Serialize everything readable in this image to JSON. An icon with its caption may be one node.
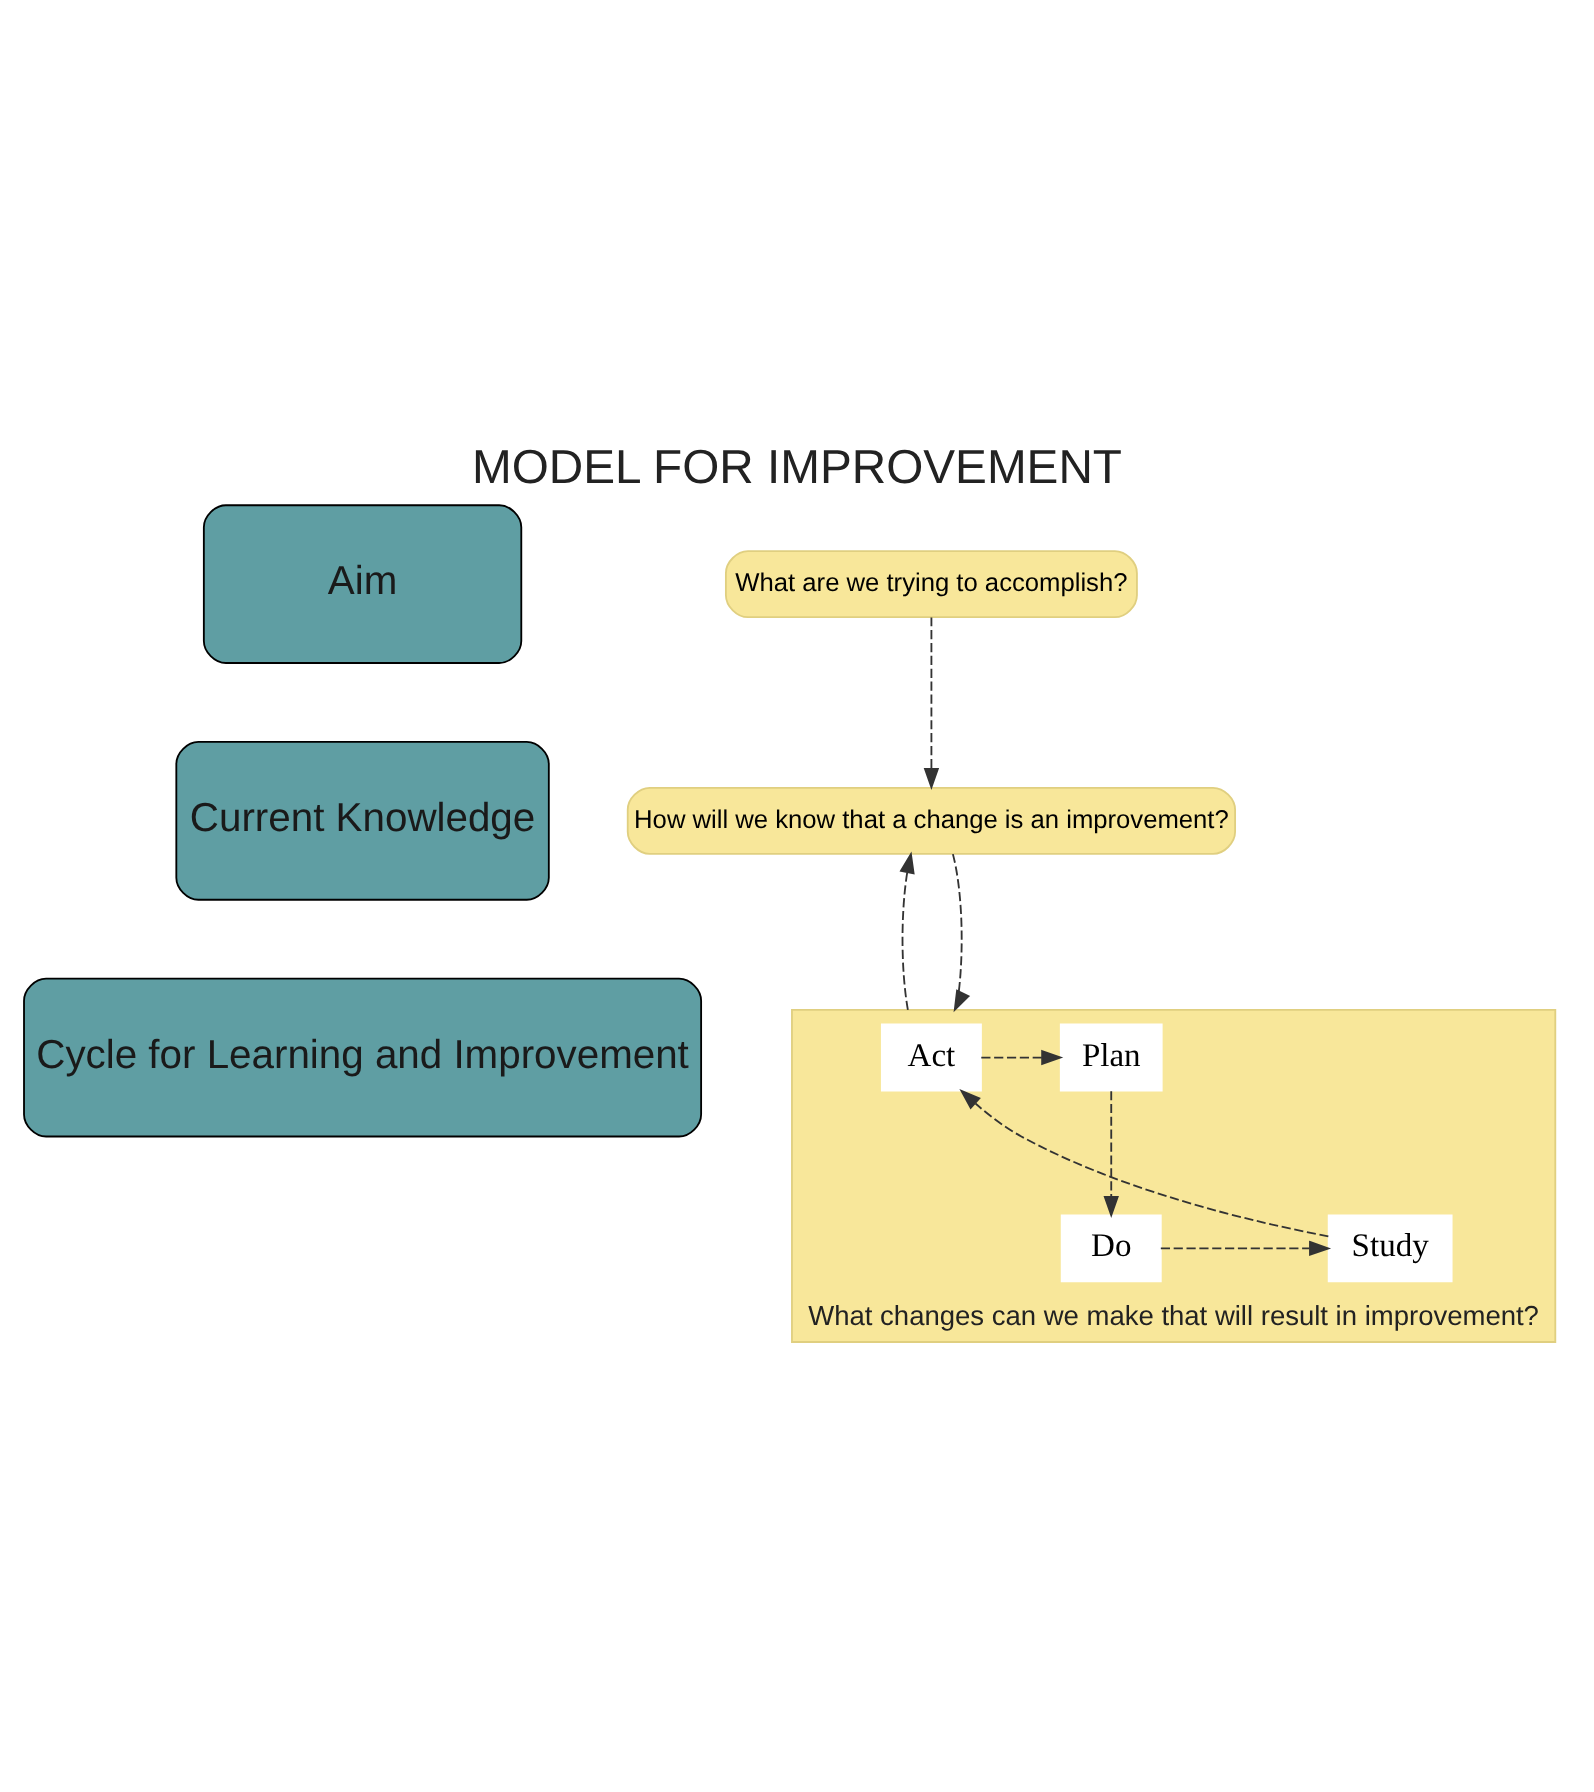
{
  "diagram": {
    "title": "MODEL FOR IMPROVEMENT",
    "nodes": [
      {
        "text": [
          "Aim"
        ]
      },
      {
        "text": [
          "Current Knowledge"
        ]
      },
      {
        "text": [
          "Cycle for Learning and Improvement"
        ]
      },
      {
        "text": [
          "What are we trying to accomplish?"
        ]
      },
      {
        "text": [
          "How will we know that a change is an improvement?"
        ]
      },
      {
        "text": [
          "What changes can we make that will result in improvement?"
        ]
      },
      {
        "text": [
          "Act"
        ],
        "in": 5
      },
      {
        "text": [
          "Plan"
        ],
        "in": 5
      },
      {
        "text": [
          "Study"
        ],
        "in": 5
      },
      {
        "text": [
          "Do"
        ],
        "in": 5
      }
    ],
    "edges": [
      {
        "from": 3,
        "to": 4,
        "arrow": "to",
        "style": "dashed"
      },
      {
        "from": 4,
        "to": 5,
        "arrow": "to",
        "style": "dashed"
      },
      {
        "from": 5,
        "to": 4,
        "arrow": "to",
        "style": "dashed"
      },
      {
        "from": 6,
        "to": 7,
        "arrow": "to",
        "style": "dashed"
      },
      {
        "from": 7,
        "to": 9,
        "arrow": "to",
        "style": "dashed"
      },
      {
        "from": 9,
        "to": 8,
        "arrow": "to",
        "style": "dashed"
      },
      {
        "from": 8,
        "to": 6,
        "arrow": "to",
        "style": "dashed"
      }
    ]
  }
}
